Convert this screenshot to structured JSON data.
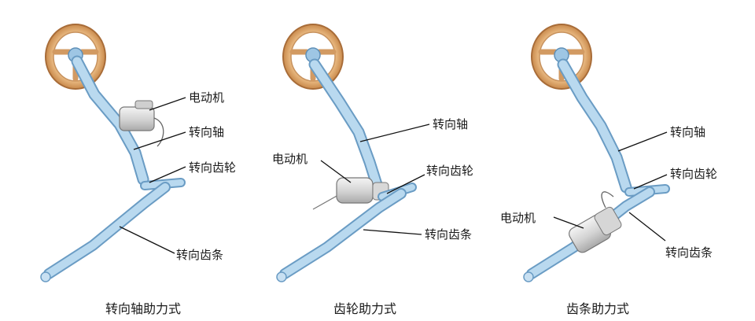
{
  "panels": [
    {
      "caption": "转向轴助力式",
      "labels": {
        "motor": "电动机",
        "shaft": "转向轴",
        "pinion": "转向齿轮",
        "rack": "转向齿条"
      }
    },
    {
      "caption": "齿轮助力式",
      "labels": {
        "motor": "电动机",
        "shaft": "转向轴",
        "pinion": "转向齿轮",
        "rack": "转向齿条"
      }
    },
    {
      "caption": "齿条助力式",
      "labels": {
        "motor": "电动机",
        "shaft": "转向轴",
        "pinion": "转向齿轮",
        "rack": "转向齿条"
      }
    }
  ],
  "colors": {
    "wheel_rim": "#d9a36a",
    "wheel_spoke": "#c08048",
    "shaft_outline": "#6a9cc4",
    "shaft_fill": "#b9d9ef",
    "motor_fill": "#dcdcdc"
  }
}
